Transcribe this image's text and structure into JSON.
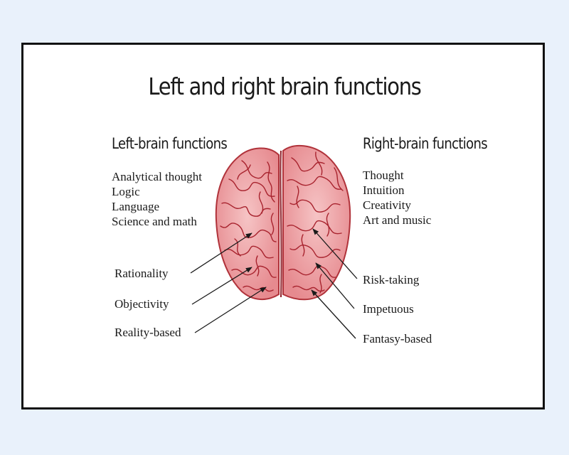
{
  "title": "Left and right brain functions",
  "left": {
    "heading": "Left-brain functions",
    "functions": [
      "Analytical thought",
      "Logic",
      "Language",
      "Science and math"
    ],
    "traits": [
      "Rationality",
      "Objectivity",
      "Reality-based"
    ]
  },
  "right": {
    "heading": "Right-brain functions",
    "functions": [
      "Thought",
      "Intuition",
      "Creativity",
      "Art and music"
    ],
    "traits": [
      "Risk-taking",
      "Impetuous",
      "Fantasy-based"
    ]
  },
  "colors": {
    "brain_fill": "#f2a7aa",
    "brain_outline": "#b0323a",
    "brain_fold": "#a8232e",
    "background": "#e9f1fb"
  }
}
